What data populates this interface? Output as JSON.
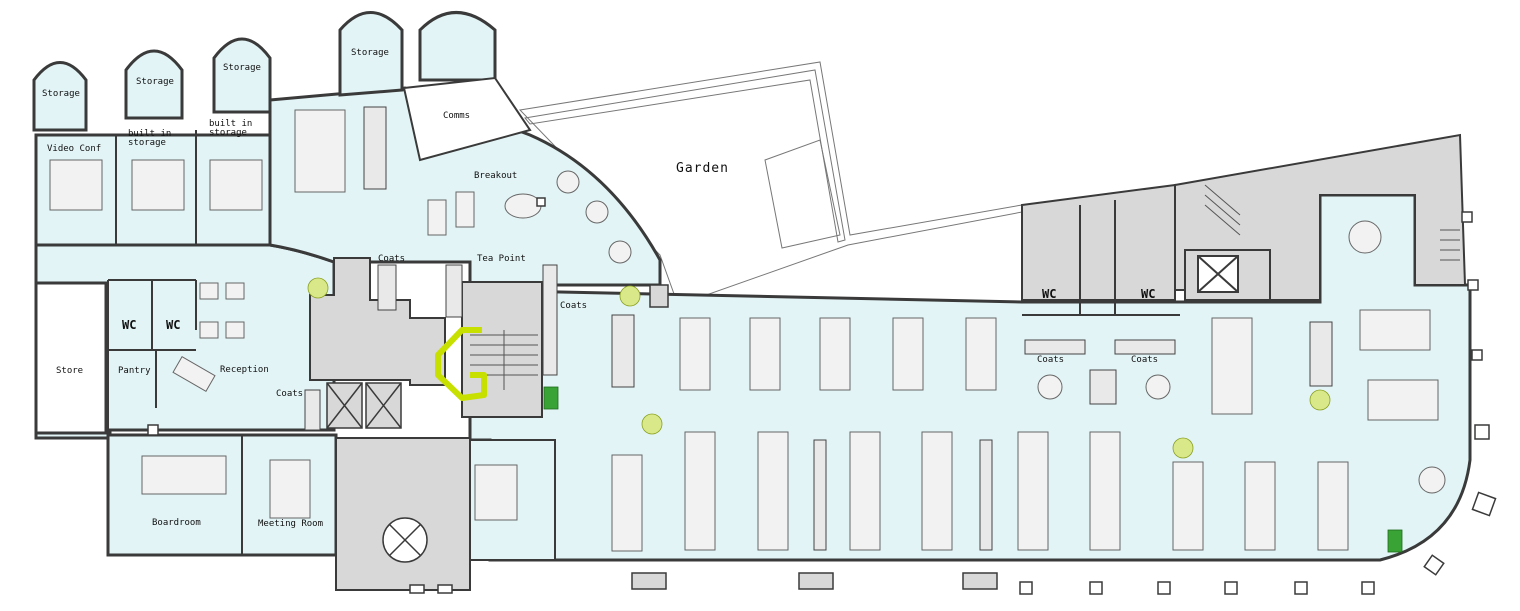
{
  "rooms": {
    "storage": "Storage",
    "video_conf": "Video Conf",
    "built_in_storage": "built in storage",
    "comms": "Comms",
    "garden": "Garden",
    "breakout": "Breakout",
    "tea_point": "Tea Point",
    "coats": "Coats",
    "wc": "WC",
    "store": "Store",
    "pantry": "Pantry",
    "reception": "Reception",
    "boardroom": "Boardroom",
    "meeting_room": "Meeting Room"
  },
  "colors": {
    "floor": "#e3f4f6",
    "core": "#d8d8d8",
    "wall": "#3a3a3a",
    "furniture": "#f2f2f2",
    "highlight": "#c8e000",
    "plant": "#d9e98a"
  }
}
